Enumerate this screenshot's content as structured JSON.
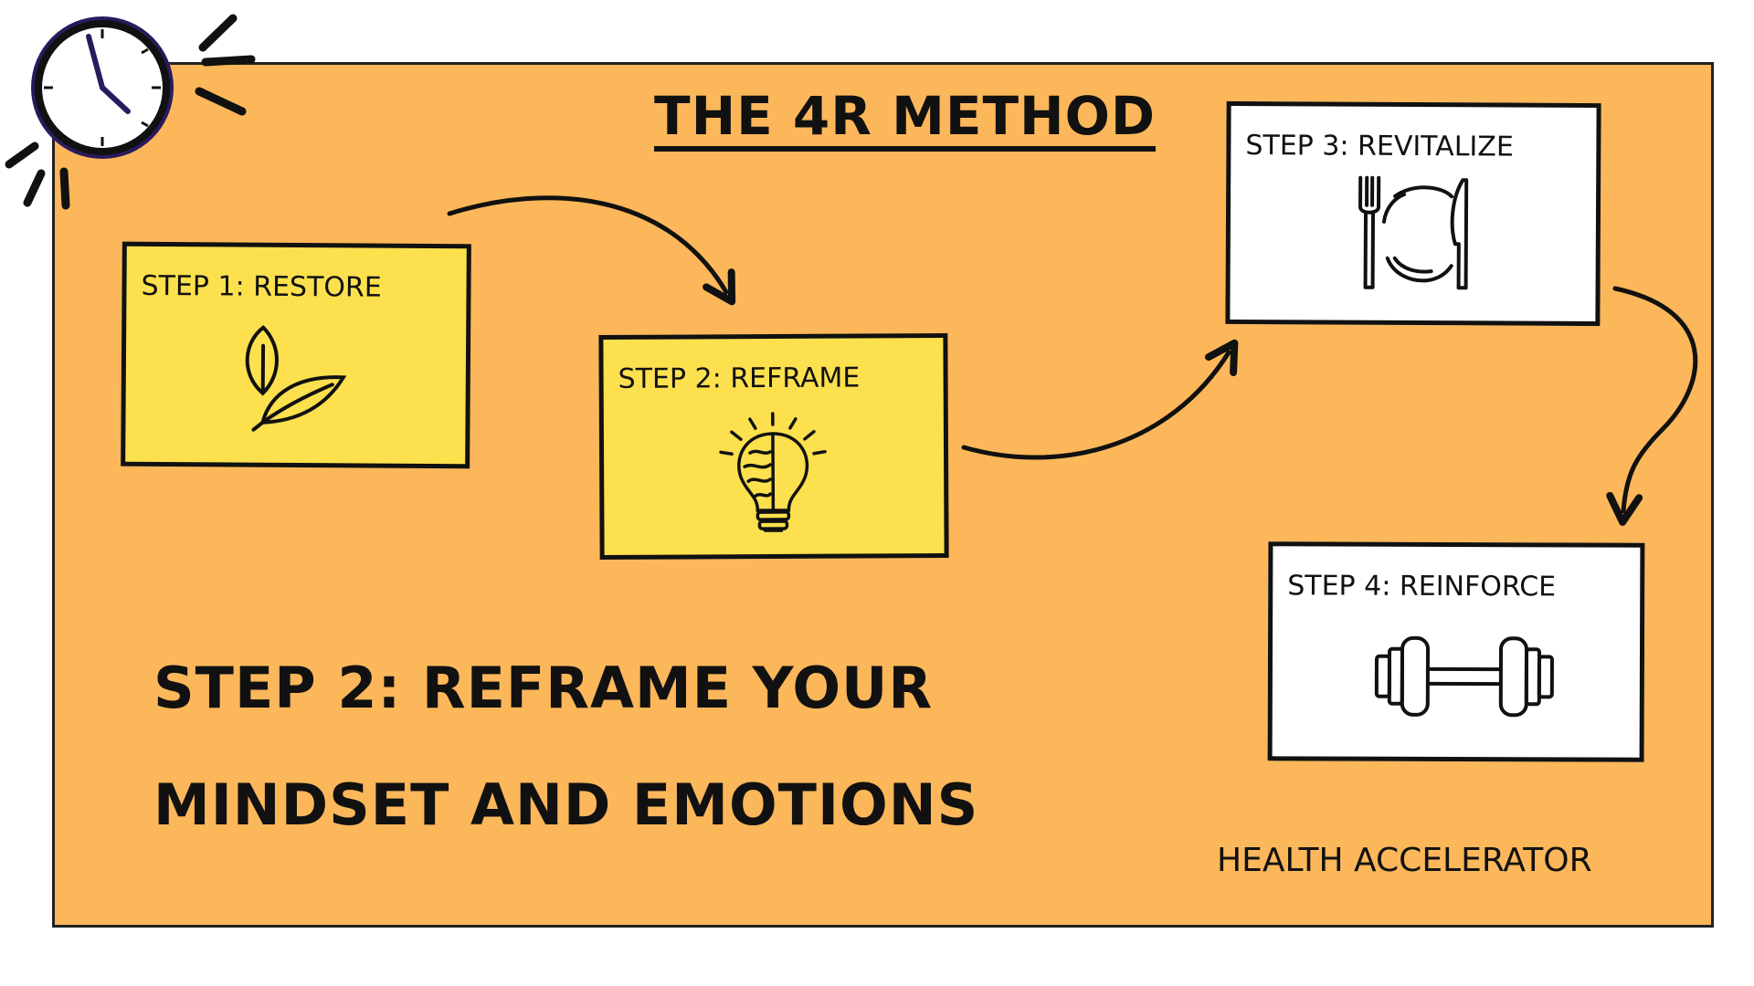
{
  "title": "THE 4R METHOD",
  "steps": [
    {
      "label": "STEP 1: RESTORE",
      "icon": "leaves-icon",
      "color": "#fce04e"
    },
    {
      "label": "STEP 2: REFRAME",
      "icon": "brain-bulb-icon",
      "color": "#fce04e"
    },
    {
      "label": "STEP 3: REVITALIZE",
      "icon": "fork-plate-knife-icon",
      "color": "#ffffff"
    },
    {
      "label": "STEP 4: REINFORCE",
      "icon": "dumbbell-icon",
      "color": "#ffffff"
    }
  ],
  "heading": {
    "line1": "STEP 2: REFRAME YOUR",
    "line2": "MINDSET AND EMOTIONS"
  },
  "footer": "HEALTH ACCELERATOR",
  "colors": {
    "board": "#fcb75a",
    "card_yellow": "#fce04e",
    "card_white": "#ffffff",
    "ink": "#111111",
    "clock_hands": "#2a1a5e"
  }
}
